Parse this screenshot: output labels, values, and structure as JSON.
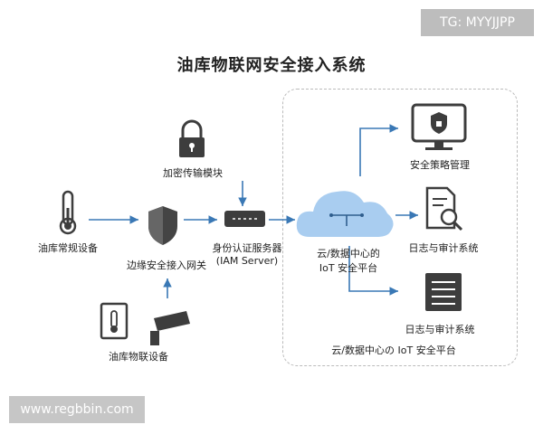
{
  "watermark": "TG: MYYJJPP",
  "title": "油库物联网安全接入系统",
  "site_tag": "www.regbbin.com",
  "nodes": {
    "encryption": "加密传输模块",
    "tank_sensor": "油库常规设备",
    "gateway": "边缘安全接入网关",
    "iam_line1": "身份认证服务器",
    "iam_line2": "(IAM Server)",
    "cloud_line1": "云/数据中心的",
    "cloud_line2": "IoT 安全平台",
    "security_mgmt": "安全策略管理",
    "log_audit_1": "日志与审计系统",
    "log_audit_2": "日志与审计系统",
    "bottom_device": "油库物联设备",
    "zone_label": "云/数据中心の IoT 安全平台"
  },
  "colors": {
    "arrow": "#3a78b5",
    "icon": "#3d3d3d",
    "cloud": "#a9cdf0"
  }
}
